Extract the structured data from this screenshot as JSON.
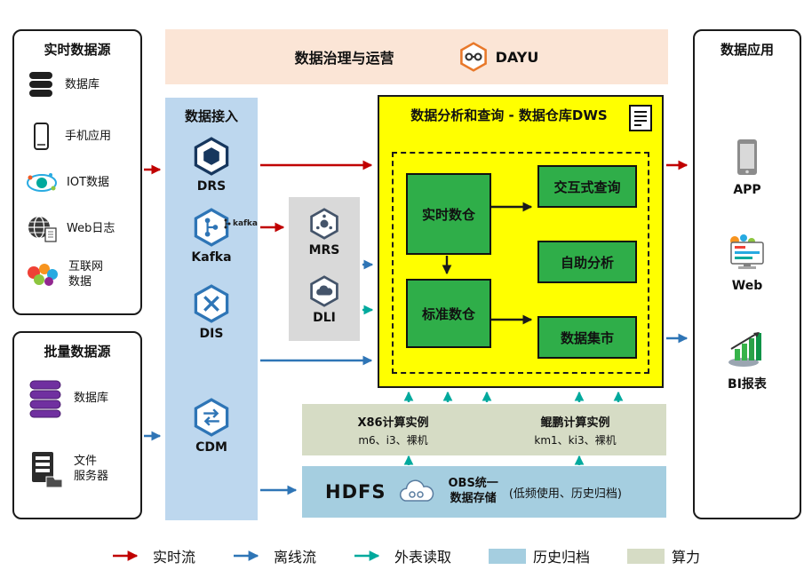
{
  "realtime_sources": {
    "title": "实时数据源",
    "items": [
      {
        "label": "数据库",
        "icon": "database-icon"
      },
      {
        "label": "手机应用",
        "icon": "phone-icon"
      },
      {
        "label": "IOT数据",
        "icon": "iot-icon"
      },
      {
        "label": "Web日志",
        "icon": "globe-icon"
      },
      {
        "label": "互联网\n数据",
        "icon": "internet-data-icon"
      }
    ]
  },
  "batch_sources": {
    "title": "批量数据源",
    "items": [
      {
        "label": "数据库",
        "icon": "database-purple-icon"
      },
      {
        "label": "文件\n服务器",
        "icon": "file-server-icon"
      }
    ]
  },
  "governance": {
    "title": "数据治理与运营",
    "product": "DAYU"
  },
  "ingestion": {
    "title": "数据接入",
    "services": [
      "DRS",
      "Kafka",
      "DIS",
      "CDM"
    ],
    "kafka_logo_text": "kafka"
  },
  "compute_services": [
    "MRS",
    "DLI"
  ],
  "dws": {
    "title": "数据分析和查询 - 数据仓库DWS",
    "left": [
      "实时数仓",
      "标准数仓"
    ],
    "right": [
      "交互式查询",
      "自助分析",
      "数据集市"
    ]
  },
  "compute_instances": {
    "x86": {
      "title": "X86计算实例",
      "detail": "m6、i3、裸机"
    },
    "kunpeng": {
      "title": "鲲鹏计算实例",
      "detail": "km1、ki3、裸机"
    }
  },
  "storage": {
    "hdfs": "HDFS",
    "obs": "OBS统一\n数据存储",
    "note": "(低频使用、历史归档)"
  },
  "applications": {
    "title": "数据应用",
    "items": [
      {
        "label": "APP",
        "icon": "app-phone-icon"
      },
      {
        "label": "Web",
        "icon": "web-monitor-icon"
      },
      {
        "label": "BI报表",
        "icon": "bi-report-icon"
      }
    ]
  },
  "legend": {
    "items": [
      {
        "label": "实时流",
        "type": "arrow",
        "color": "#c00000"
      },
      {
        "label": "离线流",
        "type": "arrow",
        "color": "#2e75b6"
      },
      {
        "label": "外表读取",
        "type": "arrow",
        "color": "#00a99d"
      },
      {
        "label": "历史归档",
        "type": "swatch",
        "color": "#a5cee0"
      },
      {
        "label": "算力",
        "type": "swatch",
        "color": "#d6dcc5"
      }
    ]
  },
  "palette": {
    "governance_bg": "#fbe5d6",
    "ingestion_bg": "#bdd7ee",
    "engine_bg": "#d9d9d9",
    "dws_bg": "#ffff00",
    "dws_cell_bg": "#2fae49",
    "compute_bg": "#d6dcc5",
    "storage_bg": "#a5cee0",
    "realtime_flow": "#c00000",
    "offline_flow": "#2e75b6",
    "external_read": "#00a99d"
  }
}
